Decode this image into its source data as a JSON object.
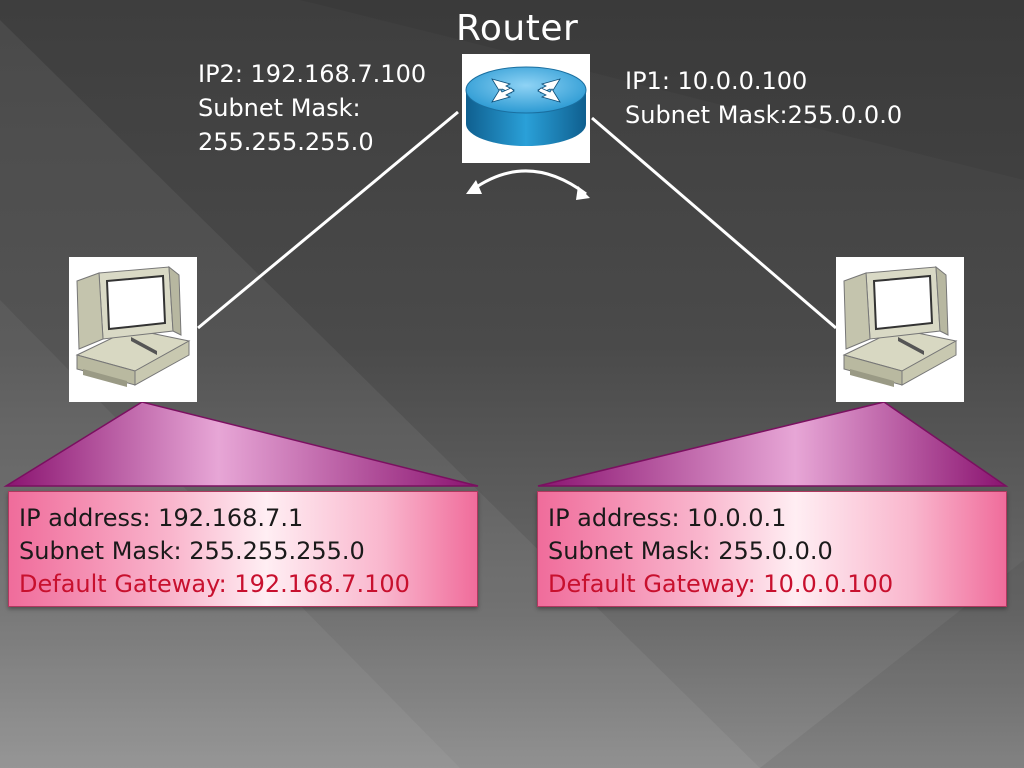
{
  "title": "Router",
  "router": {
    "ip2": "IP2: 192.168.7.100",
    "ip2_mask_label": "Subnet Mask:",
    "ip2_mask_value": "255.255.255.0",
    "ip1": "IP1: 10.0.0.100",
    "ip1_mask": "Subnet Mask:255.0.0.0",
    "icon": "router-icon"
  },
  "hosts": [
    {
      "icon": "computer-icon",
      "ip": "IP address: 192.168.7.1",
      "mask": "Subnet Mask: 255.255.255.0",
      "gateway": "Default Gateway: 192.168.7.100"
    },
    {
      "icon": "computer-icon",
      "ip": "IP address: 10.0.0.1",
      "mask": "Subnet Mask: 255.0.0.0",
      "gateway": "Default Gateway: 10.0.0.100"
    }
  ],
  "colors": {
    "gateway_text": "#c8102e",
    "callout": "#a01a7d",
    "box_edge": "#f06c9b",
    "router_blue": "#1f8fc8"
  }
}
